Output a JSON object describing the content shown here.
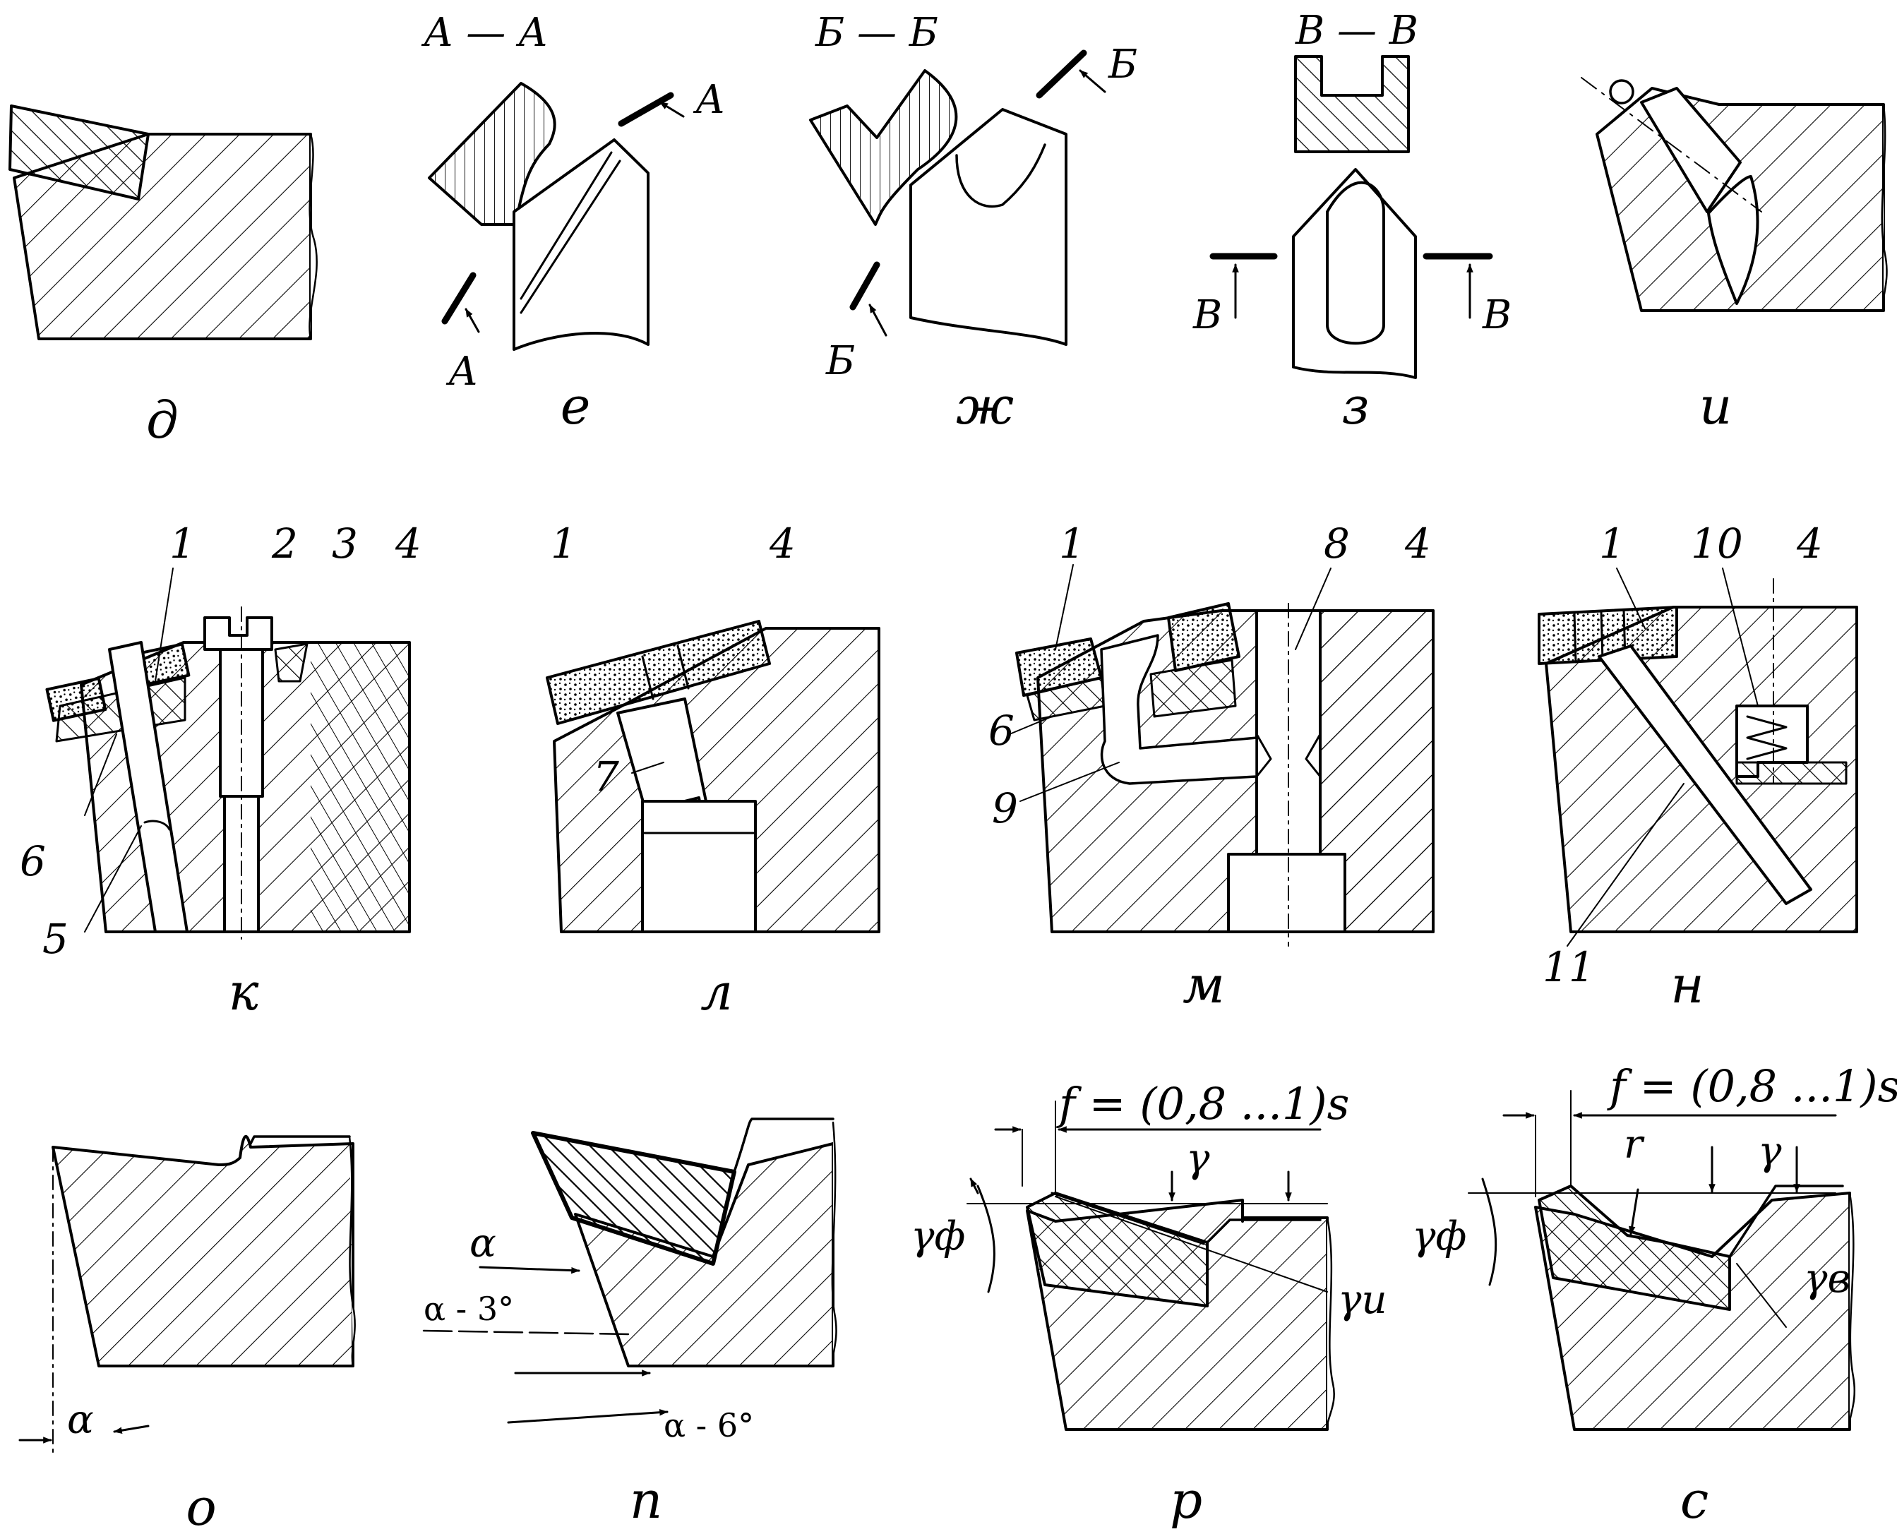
{
  "figures": {
    "d": {
      "label": "д"
    },
    "e": {
      "label": "е",
      "section_title": "А — А",
      "arrow_top": "А",
      "arrow_bottom": "А"
    },
    "zh": {
      "label": "ж",
      "section_title": "Б — Б",
      "arrow_top": "Б",
      "arrow_bottom": "Б"
    },
    "z": {
      "label": "з",
      "section_title": "В — В",
      "arrow_left": "В",
      "arrow_right": "В"
    },
    "i": {
      "label": "и"
    },
    "k": {
      "label": "к",
      "parts": [
        "1",
        "2",
        "3",
        "4",
        "5",
        "6"
      ]
    },
    "l": {
      "label": "л",
      "parts": [
        "1",
        "4",
        "7"
      ]
    },
    "m": {
      "label": "м",
      "parts": [
        "1",
        "8",
        "4",
        "6",
        "9"
      ]
    },
    "n": {
      "label": "н",
      "parts": [
        "1",
        "10",
        "4",
        "11"
      ]
    },
    "o": {
      "label": "о",
      "angle": "α"
    },
    "p": {
      "label": "п",
      "angle": "α",
      "angle_minus3": "α - 3°",
      "angle_minus6": "α - 6°"
    },
    "r": {
      "label": "р",
      "formula": "f = (0,8 ...1)s",
      "gamma": "γ",
      "gamma_f": "γф",
      "gamma_i": "γи"
    },
    "s": {
      "label": "с",
      "formula": "f = (0,8 ...1)s",
      "gamma": "γ",
      "gamma_f": "γф",
      "gamma_v": "γв",
      "r": "r"
    }
  },
  "colors": {
    "ink": "#000000",
    "paper": "#ffffff"
  }
}
